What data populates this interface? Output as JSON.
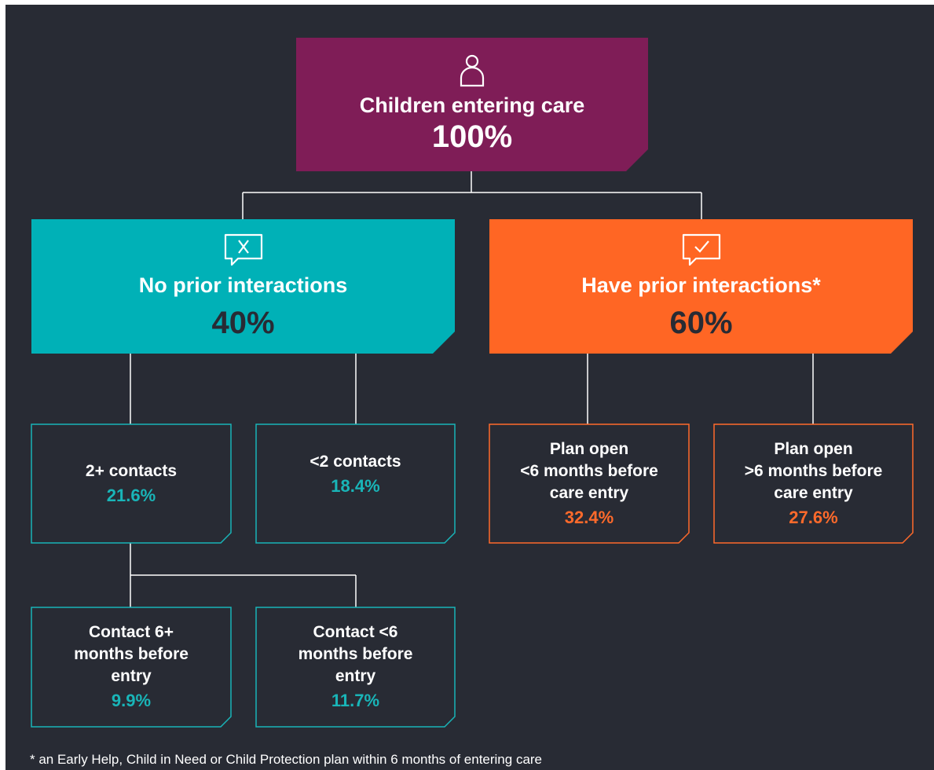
{
  "root": {
    "label": "Children entering care",
    "value": "100%"
  },
  "no_prior": {
    "label": "No prior interactions",
    "value": "40%"
  },
  "have_prior": {
    "label": "Have prior interactions*",
    "value": "60%"
  },
  "two_plus": {
    "label": "2+ contacts",
    "value": "21.6%"
  },
  "less_two": {
    "label": "<2 contacts",
    "value": "18.4%"
  },
  "plan_lt6": {
    "label": [
      "Plan open",
      "<6 months before",
      "care entry"
    ],
    "value": "32.4%"
  },
  "plan_gt6": {
    "label": [
      "Plan open",
      ">6 months before",
      "care entry"
    ],
    "value": "27.6%"
  },
  "contact_6plus": {
    "label": [
      "Contact 6+",
      "months before",
      "entry"
    ],
    "value": "9.9%"
  },
  "contact_lt6": {
    "label": [
      "Contact <6",
      "months before",
      "entry"
    ],
    "value": "11.7%"
  },
  "footnote": "* an Early Help, Child in Need or Child Protection plan within 6 months of entering care",
  "colors": {
    "background": "#282b34",
    "root": "#7f1d57",
    "teal": "#00b1b7",
    "orange": "#ff6624"
  },
  "icons": {
    "root": "person-icon",
    "no_prior": "speech-bubble-x-icon",
    "have_prior": "speech-bubble-check-icon"
  }
}
